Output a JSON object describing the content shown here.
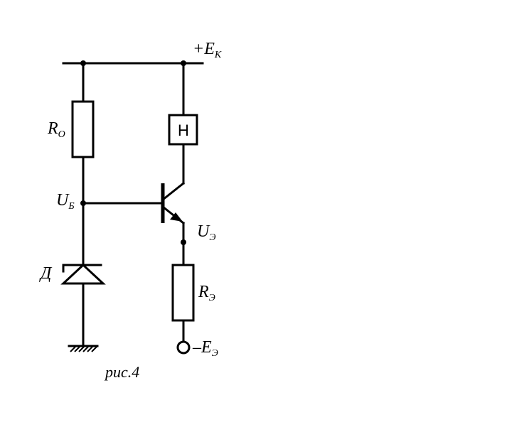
{
  "labels": {
    "supply_pos": {
      "main": "+E",
      "sub": "К"
    },
    "r_o": {
      "main": "R",
      "sub": "О"
    },
    "load": "Н",
    "u_b": {
      "main": "U",
      "sub": "Б"
    },
    "u_e": {
      "main": "U",
      "sub": "Э"
    },
    "diode": "Д",
    "r_e": {
      "main": "R",
      "sub": "Э"
    },
    "supply_neg": {
      "main": "–E",
      "sub": "Э"
    }
  },
  "caption": "рис.4"
}
